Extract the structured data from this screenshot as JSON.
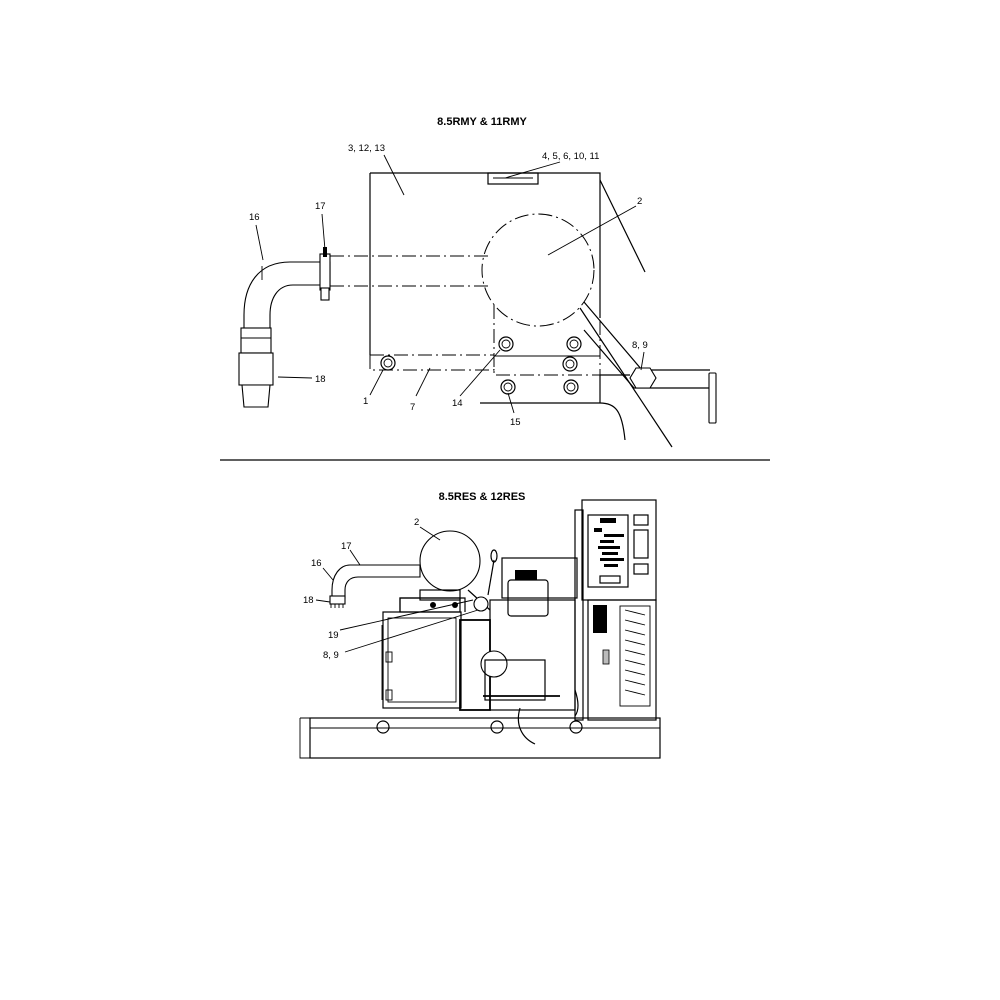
{
  "top_diagram": {
    "title": "8.5RMY & 11RMY",
    "callouts": {
      "c_3_12_13": "3, 12, 13",
      "c_4_5_6_10_11": "4, 5, 6, 10, 11",
      "c_2": "2",
      "c_16": "16",
      "c_17": "17",
      "c_18": "18",
      "c_8_9": "8, 9",
      "c_1": "1",
      "c_7": "7",
      "c_14": "14",
      "c_15": "15"
    }
  },
  "bottom_diagram": {
    "title": "8.5RES & 12RES",
    "callouts": {
      "c_2": "2",
      "c_17": "17",
      "c_16": "16",
      "c_18": "18",
      "c_19": "19",
      "c_8_9": "8, 9"
    }
  }
}
